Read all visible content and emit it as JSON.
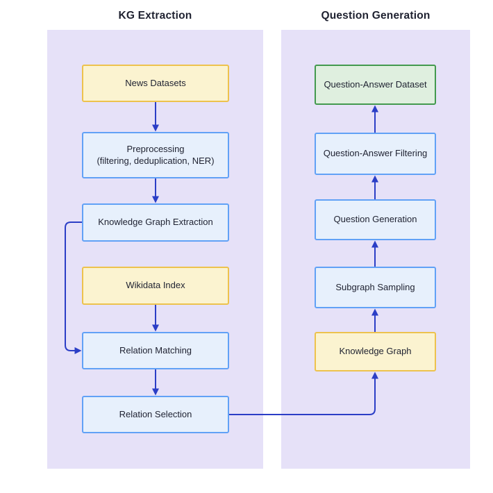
{
  "diagram": {
    "columns": [
      {
        "title": "KG Extraction",
        "nodes": [
          {
            "label": "News Datasets",
            "color": "yellow"
          },
          {
            "label": "Preprocessing",
            "sublabel": "(filtering, deduplication, NER)",
            "color": "blue"
          },
          {
            "label": "Knowledge Graph Extraction",
            "color": "blue"
          },
          {
            "label": "Wikidata Index",
            "color": "yellow"
          },
          {
            "label": "Relation Matching",
            "color": "blue"
          },
          {
            "label": "Relation Selection",
            "color": "blue"
          }
        ]
      },
      {
        "title": "Question Generation",
        "nodes": [
          {
            "label": "Question-Answer Dataset",
            "color": "green"
          },
          {
            "label": "Question-Answer Filtering",
            "color": "blue"
          },
          {
            "label": "Question Generation",
            "color": "blue"
          },
          {
            "label": "Subgraph Sampling",
            "color": "blue"
          },
          {
            "label": "Knowledge Graph",
            "color": "yellow"
          }
        ]
      }
    ],
    "edges": [
      {
        "from": "News Datasets",
        "to": "Preprocessing",
        "style": "down-arrow"
      },
      {
        "from": "Preprocessing",
        "to": "Knowledge Graph Extraction",
        "style": "down-arrow"
      },
      {
        "from": "Knowledge Graph Extraction",
        "to": "Relation Matching",
        "style": "left-side-loop"
      },
      {
        "from": "Wikidata Index",
        "to": "Relation Matching",
        "style": "down-arrow"
      },
      {
        "from": "Relation Matching",
        "to": "Relation Selection",
        "style": "down-arrow"
      },
      {
        "from": "Relation Selection",
        "to": "Knowledge Graph",
        "style": "right-elbow-up"
      },
      {
        "from": "Knowledge Graph",
        "to": "Subgraph Sampling",
        "style": "up-arrow"
      },
      {
        "from": "Subgraph Sampling",
        "to": "Question Generation",
        "style": "up-arrow"
      },
      {
        "from": "Question Generation",
        "to": "Question-Answer Filtering",
        "style": "up-arrow"
      },
      {
        "from": "Question-Answer Filtering",
        "to": "Question-Answer Dataset",
        "style": "up-arrow"
      }
    ],
    "palette": {
      "panel_background": "#E6E1F8",
      "yellow_fill": "#FBF3D0",
      "yellow_border": "#EDC24D",
      "blue_fill": "#E7F0FC",
      "blue_border": "#61A1F6",
      "green_fill": "#DFEFDF",
      "green_border": "#43994E",
      "arrow": "#2B3EC6",
      "text": "#1E2130"
    }
  }
}
